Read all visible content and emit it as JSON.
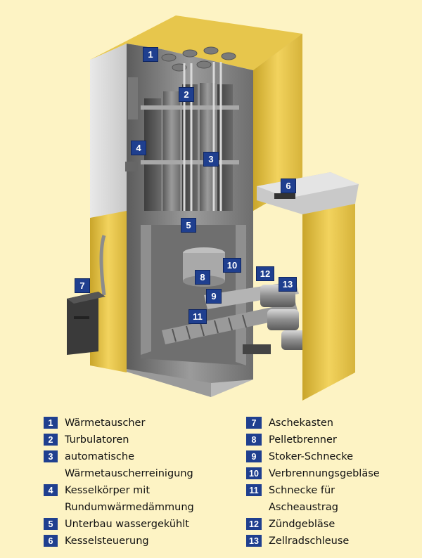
{
  "callouts": [
    {
      "num": "1",
      "label": "Wärmetauscher"
    },
    {
      "num": "2",
      "label": "Turbulatoren"
    },
    {
      "num": "3",
      "label": "automatische",
      "label2": "Wärmetauscherreinigung"
    },
    {
      "num": "4",
      "label": "Kesselkörper mit",
      "label2": "Rundumwärmedämmung"
    },
    {
      "num": "5",
      "label": "Unterbau wassergekühlt"
    },
    {
      "num": "6",
      "label": "Kesselsteuerung"
    },
    {
      "num": "7",
      "label": "Aschekasten"
    },
    {
      "num": "8",
      "label": "Pelletbrenner"
    },
    {
      "num": "9",
      "label": "Stoker-Schnecke"
    },
    {
      "num": "10",
      "label": "Verbrennungsgebläse"
    },
    {
      "num": "11",
      "label": "Schnecke für",
      "label2": "Ascheaustrag"
    },
    {
      "num": "12",
      "label": "Zündgebläse"
    },
    {
      "num": "13",
      "label": "Zellradschleuse"
    }
  ],
  "colors": {
    "background": "#fdf3c4",
    "badge": "#1f3f8f",
    "casing_yellow": "#e8c64a",
    "interior_gray": "#8a8a8a"
  }
}
